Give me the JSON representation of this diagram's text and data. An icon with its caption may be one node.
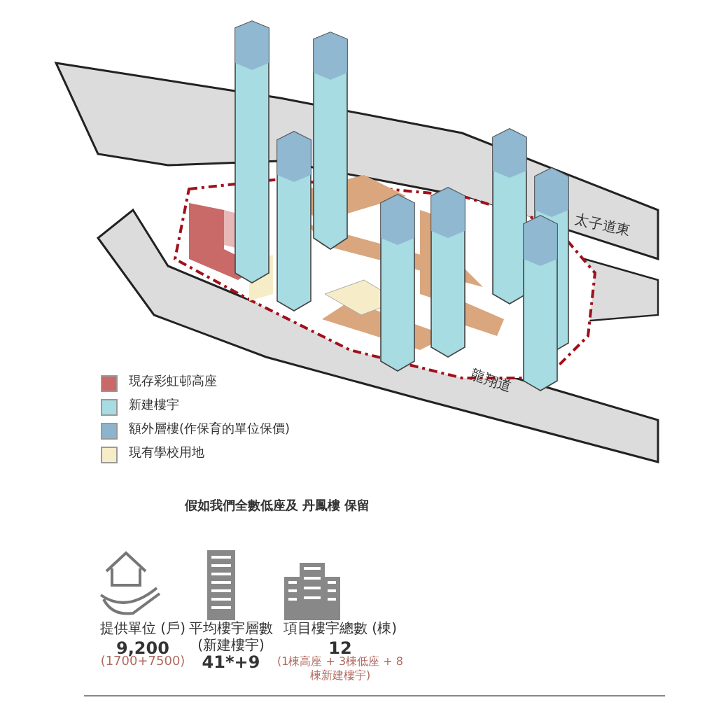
{
  "diagram": {
    "labels": [
      "太子道東",
      "龍翔道",
      "假如我們全數低座及 丹鳳樓 保留",
      "提供單位 (戶)",
      "9,200",
      "(1700+7500)",
      "平均樓宇層數 (新建樓宇)",
      "41*+9",
      "項目樓宇總數 (棟)",
      "12",
      "(1棟高座 + 3棟低座 + 8棟新建樓宇)"
    ],
    "legend": [
      {
        "text": "現存彩虹邨高座",
        "color": "#c96a68"
      },
      {
        "text": "新建樓宇",
        "color": "#a6dce2"
      },
      {
        "text": "額外層樓(作保育的單位保價)",
        "color": "#8db4cf"
      },
      {
        "text": "現有學校用地",
        "color": "#f6ecc8"
      }
    ]
  }
}
